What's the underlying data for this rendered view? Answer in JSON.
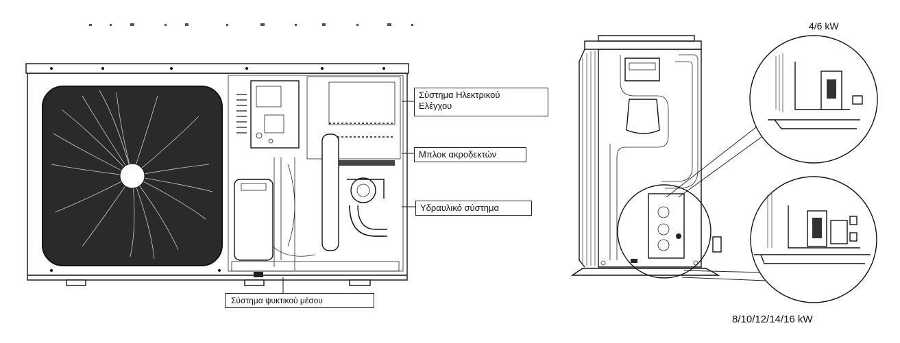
{
  "labels": {
    "electrical_control": "Σύστημα Ηλεκτρικού\nΕλέγχου",
    "terminal_block": "Μπλοκ ακροδεκτών",
    "hydraulic_system": "Υδραυλικό σύστημα",
    "refrigerant_system": "Σύστημα ψυκτικού μέσου"
  },
  "captions": {
    "small_model": "4/6 kW",
    "large_model": "8/10/12/14/16 kW"
  }
}
